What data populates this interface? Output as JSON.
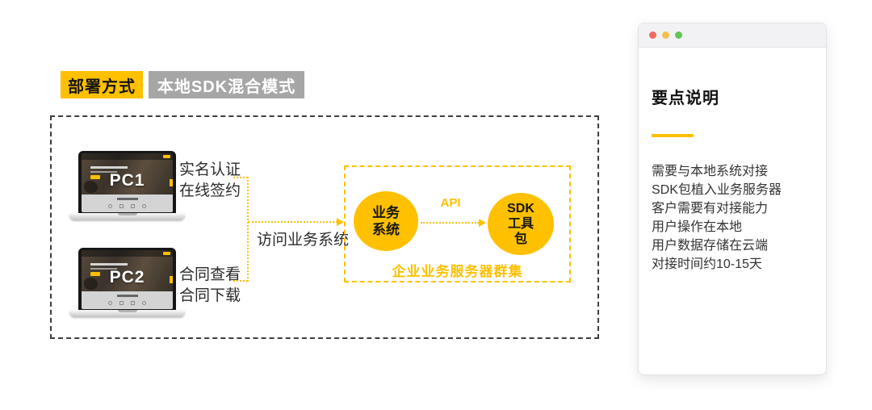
{
  "header": {
    "badge_primary": "部署方式",
    "badge_secondary": "本地SDK混合模式"
  },
  "diagram": {
    "pc1": {
      "name": "PC1",
      "note1": "实名认证",
      "note2": "在线签约"
    },
    "pc2": {
      "name": "PC2",
      "note1": "合同查看",
      "note2": "合同下载"
    },
    "flow_label": "访问业务系统",
    "api_label": "API",
    "business_node": {
      "line1": "业务",
      "line2": "系统"
    },
    "sdk_node": {
      "line1": "SDK",
      "line2": "工具",
      "line3": "包"
    },
    "cluster_label": "企业业务服务器群集"
  },
  "panel": {
    "title": "要点说明",
    "points": [
      "需要与本地系统对接",
      "SDK包植入业务服务器",
      "客户需要有对接能力",
      "用户操作在本地",
      "用户数据存储在云端",
      "对接时间约10-15天"
    ]
  },
  "colors": {
    "accent": "#FFC000",
    "badge_gray": "#A6A6A6",
    "outer_border": "#3d3d3d",
    "dot_red": "#EE6A5F",
    "dot_yellow": "#F5BD4F",
    "dot_green": "#61C454"
  }
}
